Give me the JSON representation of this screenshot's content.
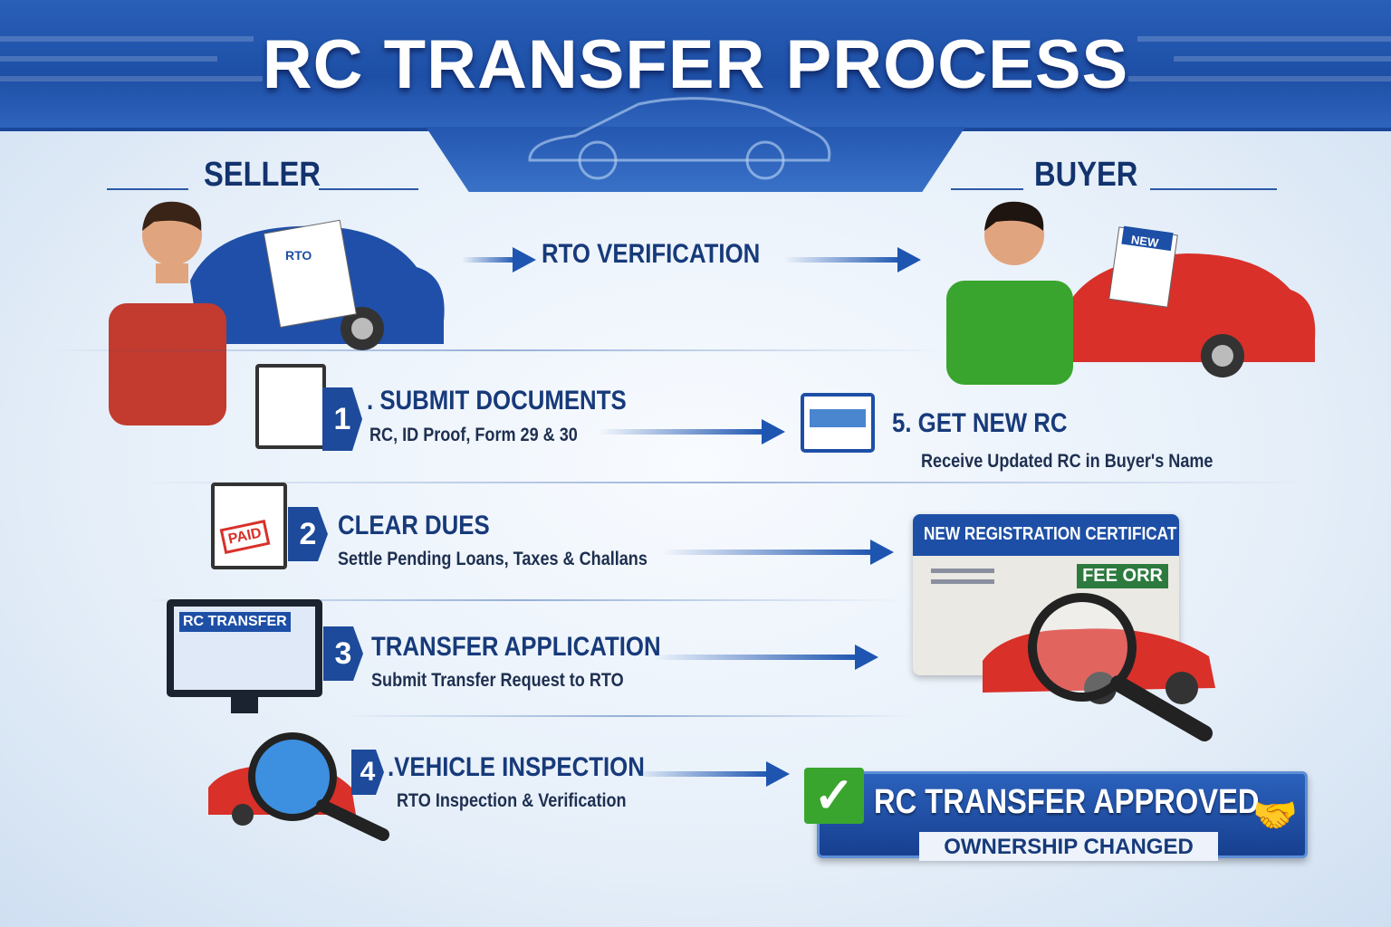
{
  "title": "RC TRANSFER PROCESS",
  "roles": {
    "seller": "SELLER",
    "buyer": "BUYER"
  },
  "rto_verification": "RTO VERIFICATION",
  "seller_doc_label": "RTO",
  "buyer_doc_label": "NEW",
  "steps": [
    {
      "number": "1",
      "title": ". SUBMIT DOCUMENTS",
      "subtitle": "RC, ID Proof, Form 29 & 30"
    },
    {
      "number": "2",
      "title": "CLEAR DUES",
      "subtitle": "Settle Pending Loans, Taxes & Challans",
      "stamp": "PAID"
    },
    {
      "number": "3",
      "title": "TRANSFER APPLICATION",
      "subtitle": "Submit Transfer Request to RTO",
      "screen_label": "RC TRANSFER"
    },
    {
      "number": "4",
      "title": ".VEHICLE INSPECTION",
      "subtitle": "RTO Inspection & Verification"
    },
    {
      "number": "5",
      "title": "5. GET NEW RC",
      "subtitle": "Receive Updated RC in Buyer's Name"
    }
  ],
  "certificate": {
    "header": "NEW REGISTRATION CERTIFICAT E",
    "logo": "FEE ORR"
  },
  "approved": {
    "title": "RC TRANSFER APPROVED",
    "subtitle": "OWNERSHIP CHANGED"
  },
  "colors": {
    "primary": "#1d4fa6",
    "navy": "#13336e",
    "green": "#3aa52e",
    "red": "#d9302a"
  }
}
